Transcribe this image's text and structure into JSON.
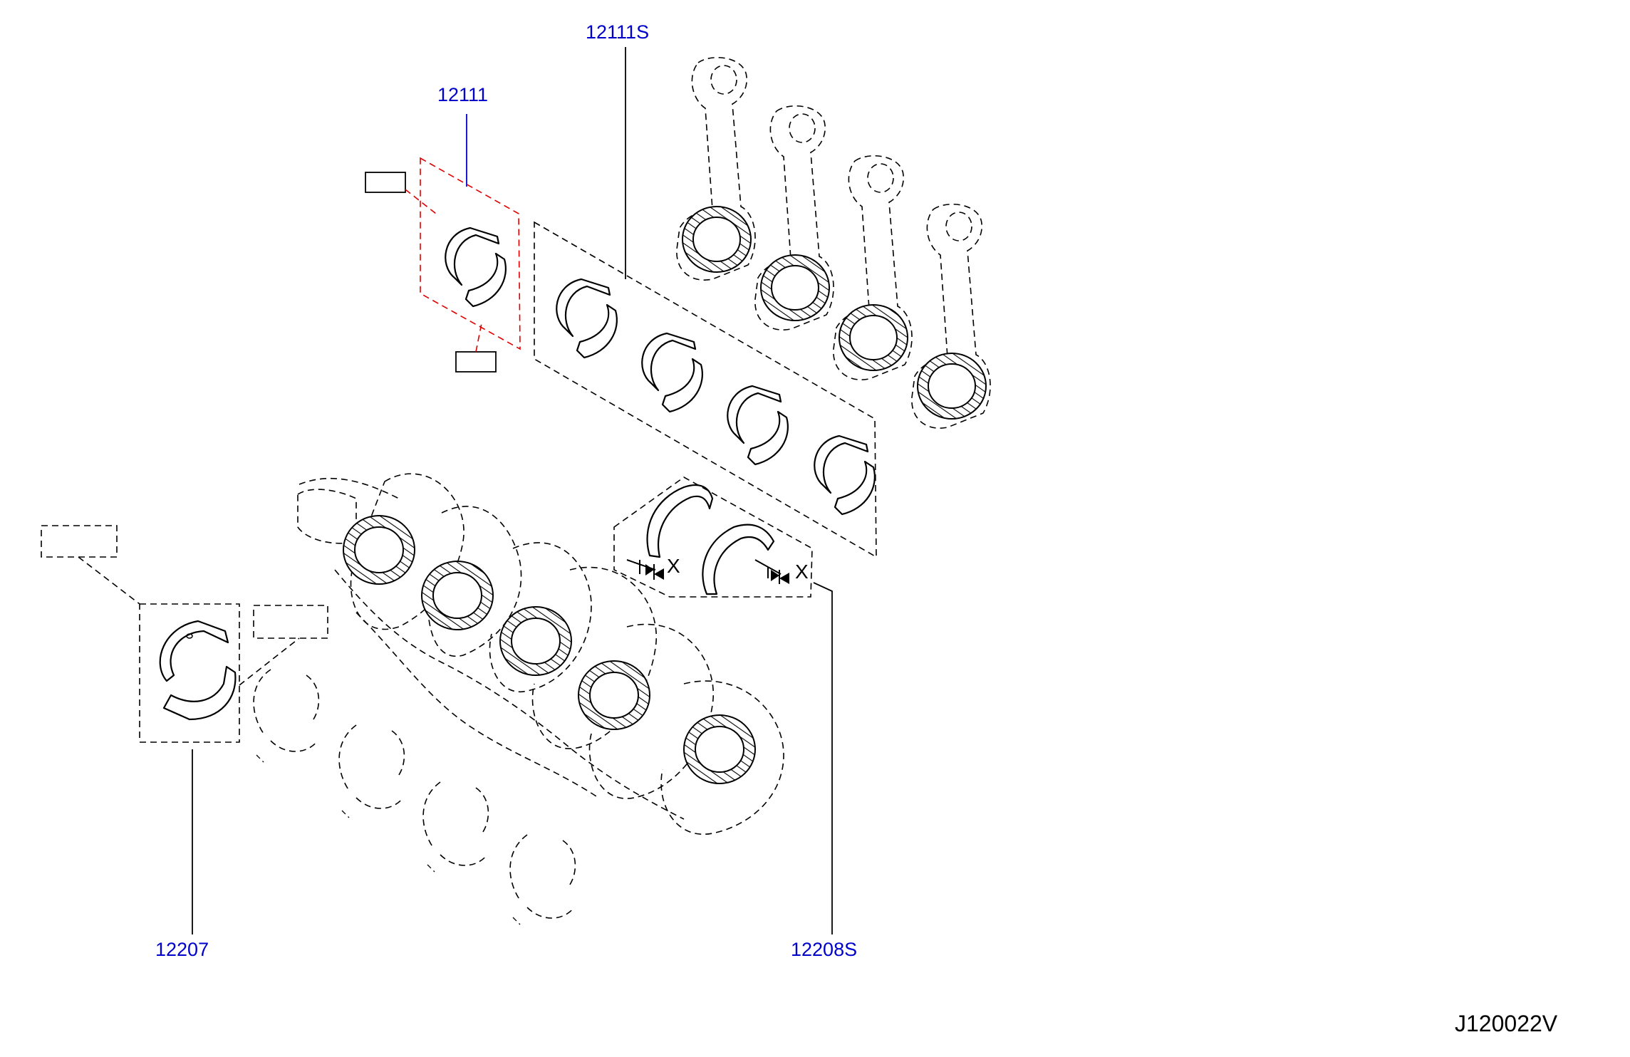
{
  "parts": {
    "p12111": "12111",
    "p12111S": "12111S",
    "p12207": "12207",
    "p12208S": "12208S"
  },
  "diagram_code": "J120022V",
  "thrust_marks": {
    "left": "X",
    "right": "X"
  },
  "colors": {
    "callout_text": "#0000cc",
    "highlight_box": "#e00000",
    "lines": "#000000"
  }
}
